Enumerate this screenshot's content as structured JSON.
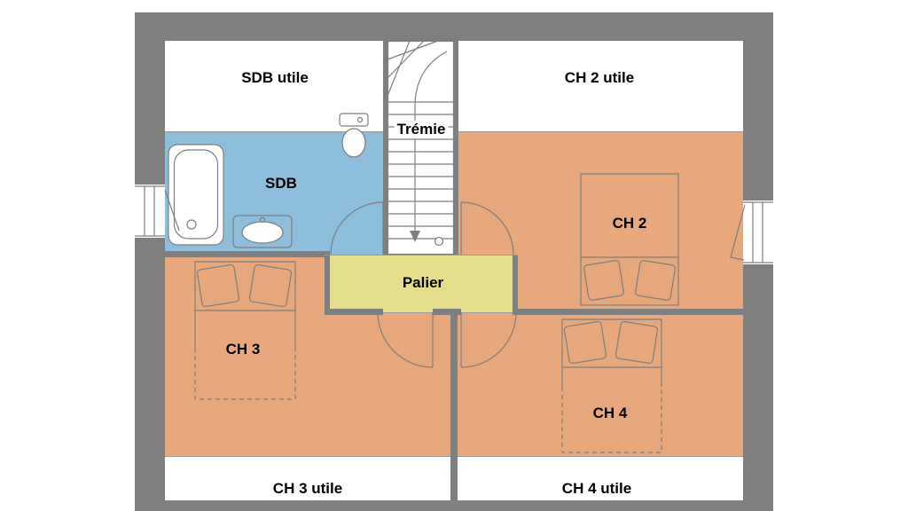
{
  "colors": {
    "wall": "#7f7f7f",
    "line": "#7f7f7f",
    "thinline": "#999999",
    "bathroom": "#8fbddc",
    "landing": "#e5de8d",
    "bedroom": "#e7a87d",
    "paper": "#ffffff",
    "text": "#000000"
  },
  "floorplan": {
    "labels": {
      "sdb_utile": "SDB utile",
      "ch2_utile": "CH 2 utile",
      "tremie": "Trémie",
      "sdb": "SDB",
      "ch2": "CH 2",
      "palier": "Palier",
      "ch3": "CH 3",
      "ch4": "CH 4",
      "ch3_utile": "CH 3 utile",
      "ch4_utile": "CH 4 utile"
    }
  }
}
